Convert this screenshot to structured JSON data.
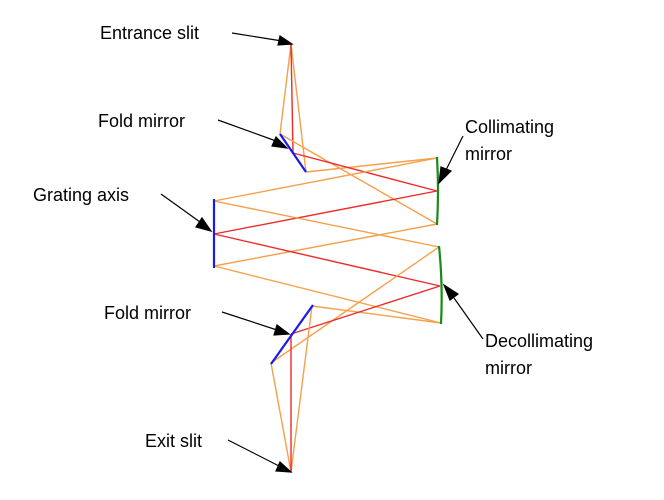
{
  "diagram": {
    "labels": {
      "entrance_slit": "Entrance slit",
      "fold_mirror_top": "Fold mirror",
      "collimating_line1": "Collimating",
      "collimating_line2": "mirror",
      "grating_axis": "Grating axis",
      "fold_mirror_bottom": "Fold mirror",
      "decollimating_line1": "Decollimating",
      "decollimating_line2": "mirror",
      "exit_slit": "Exit slit"
    },
    "colors": {
      "beam_edge": "#f5a04a",
      "beam_center": "#ee2a2a",
      "mirror_flat": "#1a1aee",
      "mirror_curved": "#178a17",
      "annotation": "#000000"
    }
  }
}
